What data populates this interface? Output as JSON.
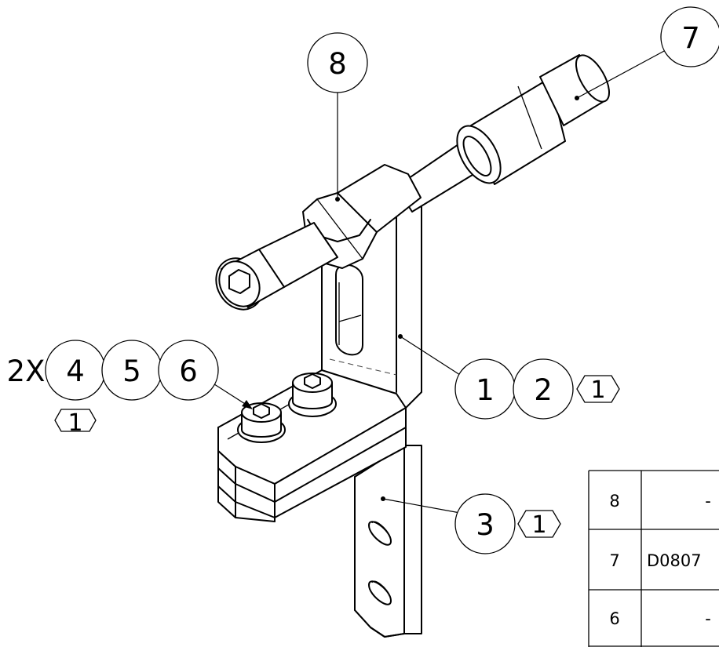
{
  "balloons": [
    {
      "label": "8"
    },
    {
      "label": "7"
    },
    {
      "label": "4"
    },
    {
      "label": "5"
    },
    {
      "label": "6"
    },
    {
      "label": "1"
    },
    {
      "label": "2"
    },
    {
      "label": "3"
    }
  ],
  "quantity_prefix": "2X",
  "notes": [
    {
      "label": "1"
    },
    {
      "label": "1"
    },
    {
      "label": "1"
    }
  ],
  "bom_table": {
    "rows": [
      {
        "item": "8",
        "part": "-"
      },
      {
        "item": "7",
        "part": "D0807"
      },
      {
        "item": "6",
        "part": "-"
      }
    ]
  }
}
